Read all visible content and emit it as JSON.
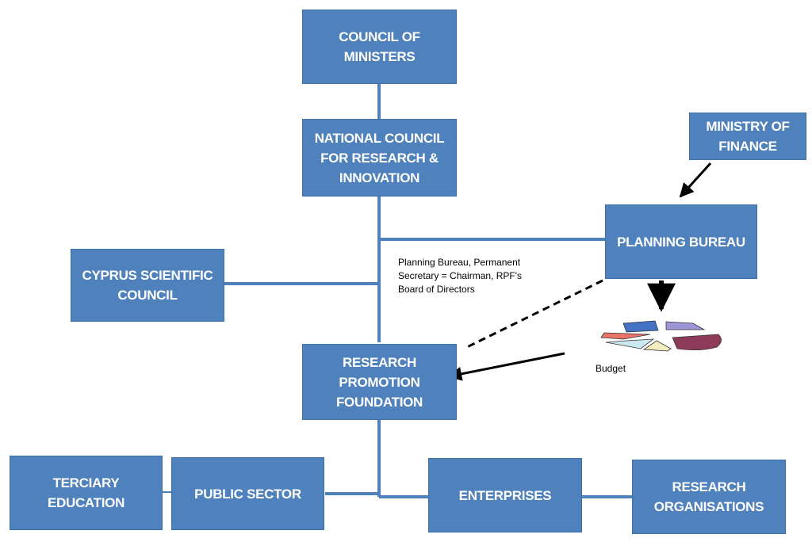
{
  "boxes": {
    "council_of_ministers": "COUNCIL OF\nMINISTERS",
    "national_council": "NATIONAL COUNCIL\nFOR RESEARCH &\nINNOVATION",
    "ministry_of_finance": "MINISTRY OF\nFINANCE",
    "planning_bureau": "PLANNING BUREAU",
    "cyprus_scientific_council": "CYPRUS SCIENTIFIC\nCOUNCIL",
    "research_promotion_foundation": "RESEARCH\nPROMOTION\nFOUNDATION",
    "terciary_education": "TERCIARY\nEDUCATION",
    "public_sector": "PUBLIC SECTOR",
    "enterprises": "ENTERPRISES",
    "research_organisations": "RESEARCH\nORGANISATIONS"
  },
  "annotations": {
    "planning_note": "Planning Bureau, Permanent\nSecretary = Chairman, RPF's\nBoard of Directors",
    "budget_label": "Budget"
  },
  "colors": {
    "box_fill": "#4f81bd",
    "connector": "#4f81bd",
    "arrow": "#000000",
    "budget_pie": [
      "#4472c4",
      "#9e95d6",
      "#8e3a59",
      "#f2ecc0",
      "#c9e8f0",
      "#e8746a"
    ]
  },
  "icons": {
    "budget": "pie-chart-icon"
  }
}
